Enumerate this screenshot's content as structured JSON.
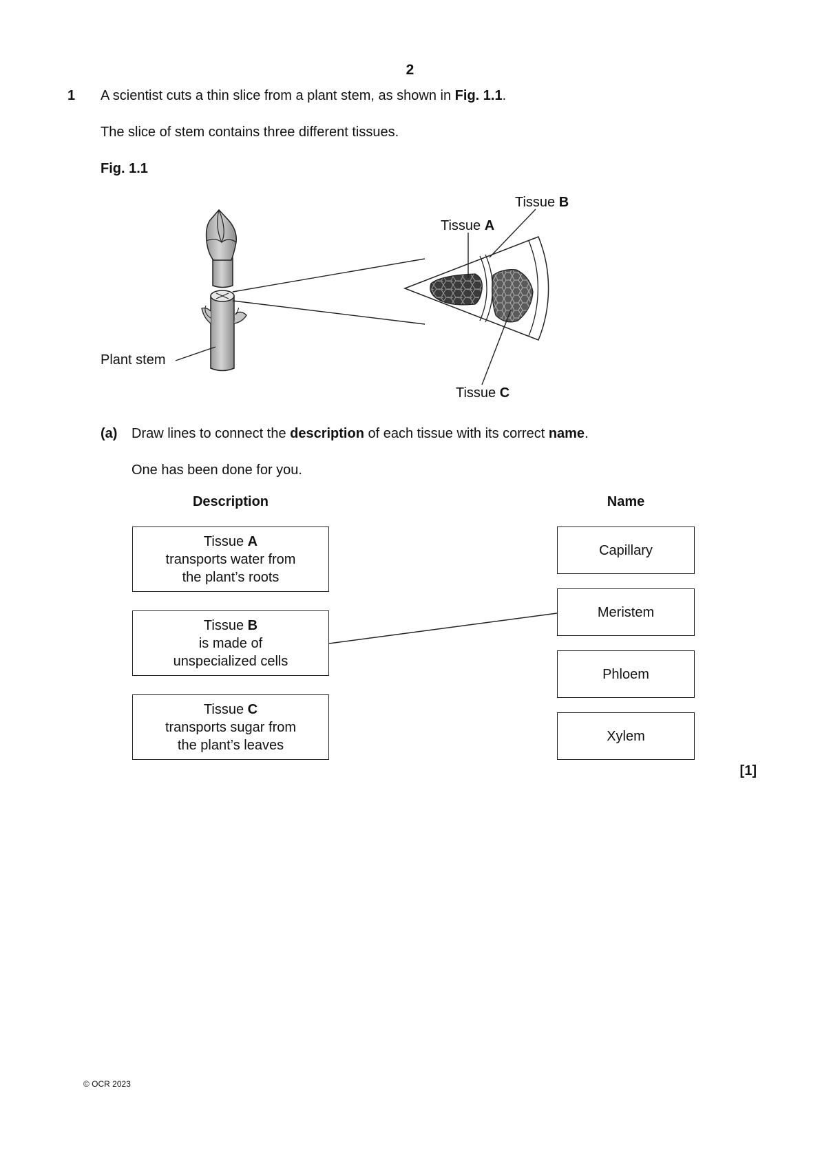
{
  "page_number": "2",
  "question": {
    "number": "1",
    "intro_before": "A scientist cuts a thin slice from a plant stem, as shown in ",
    "intro_fig": "Fig. 1.1",
    "intro_after": ".",
    "line2": "The slice of stem contains three different tissues."
  },
  "figure": {
    "label": "Fig. 1.1",
    "plant_stem_label": "Plant stem",
    "tissue_word": "Tissue ",
    "tissue_a": "A",
    "tissue_b": "B",
    "tissue_c": "C"
  },
  "part_a": {
    "label": "(a)",
    "instr_1": "Draw lines to connect the ",
    "instr_b1": "description",
    "instr_2": " of each tissue with its correct ",
    "instr_b2": "name",
    "instr_3": ".",
    "done_note": "One has been done for you.",
    "col_description": "Description",
    "col_name": "Name",
    "descriptions": [
      {
        "tissue": "Tissue ",
        "letter": "A",
        "line1": "transports water from",
        "line2": "the plant’s roots"
      },
      {
        "tissue": "Tissue ",
        "letter": "B",
        "line1": "is made of",
        "line2": "unspecialized cells"
      },
      {
        "tissue": "Tissue ",
        "letter": "C",
        "line1": "transports sugar from",
        "line2": "the plant’s leaves"
      }
    ],
    "names": [
      "Capillary",
      "Meristem",
      "Phloem",
      "Xylem"
    ],
    "marks": "[1]"
  },
  "footer": "© OCR 2023"
}
